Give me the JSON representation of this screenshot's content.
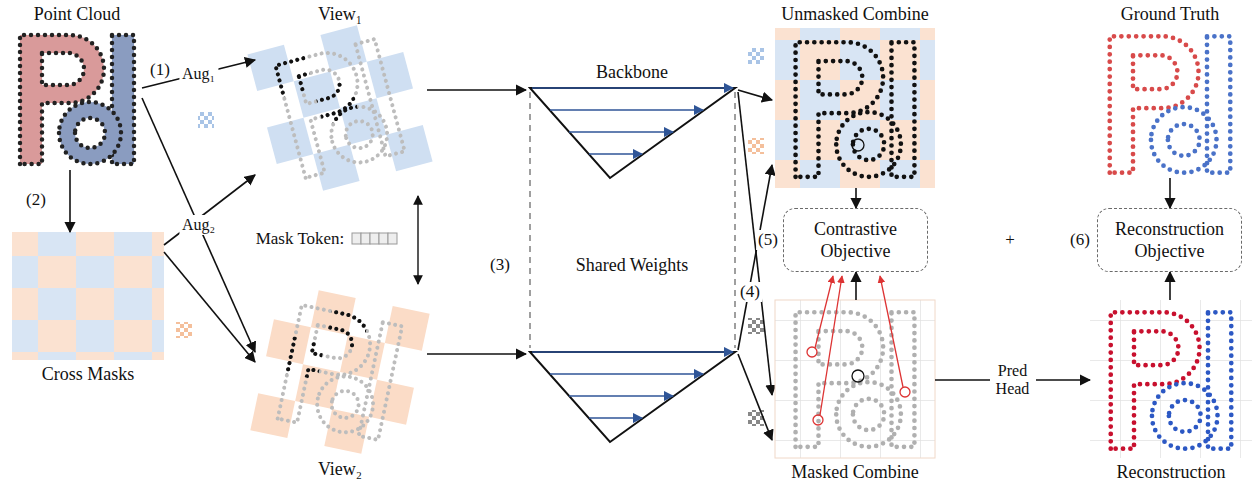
{
  "diagram": {
    "nodes": [
      {
        "text": [
          "Point Cloud"
        ]
      },
      {
        "text": [
          "Cross Masks"
        ]
      },
      {
        "text": [
          "View₁"
        ]
      },
      {
        "text": [
          "View₂"
        ]
      },
      {
        "text": [
          "Unmasked Combine"
        ]
      },
      {
        "text": [
          "Masked Combine"
        ]
      },
      {
        "text": [
          "Contrastive Objective"
        ]
      },
      {
        "text": [
          "Ground Truth"
        ]
      },
      {
        "text": [
          "Reconstruction Objective"
        ]
      },
      {
        "text": [
          "Reconstruction"
        ]
      }
    ],
    "edges": [
      {
        "from": 0,
        "to": 2,
        "arrow": "to",
        "label": "Aug₁"
      },
      {
        "from": 0,
        "to": 3,
        "arrow": "to",
        "label": "Aug₂"
      },
      {
        "from": 1,
        "to": 2,
        "arrow": "to"
      },
      {
        "from": 1,
        "to": 3,
        "arrow": "to"
      },
      {
        "from": 0,
        "to": 1,
        "arrow": "to"
      },
      {
        "from": 4,
        "to": 6,
        "arrow": "to"
      },
      {
        "from": 5,
        "to": 6,
        "arrow": "to"
      },
      {
        "from": 7,
        "to": 8,
        "arrow": "to"
      },
      {
        "from": 9,
        "to": 8,
        "arrow": "to"
      },
      {
        "from": 5,
        "to": 9,
        "arrow": "to",
        "label": "Pred Head"
      }
    ],
    "labels": [
      "(1)",
      "(2)",
      "(3)",
      "(4)",
      "(5)",
      "(6)",
      "Mask Token:",
      "Backbone",
      "Shared Weights",
      "+"
    ]
  }
}
